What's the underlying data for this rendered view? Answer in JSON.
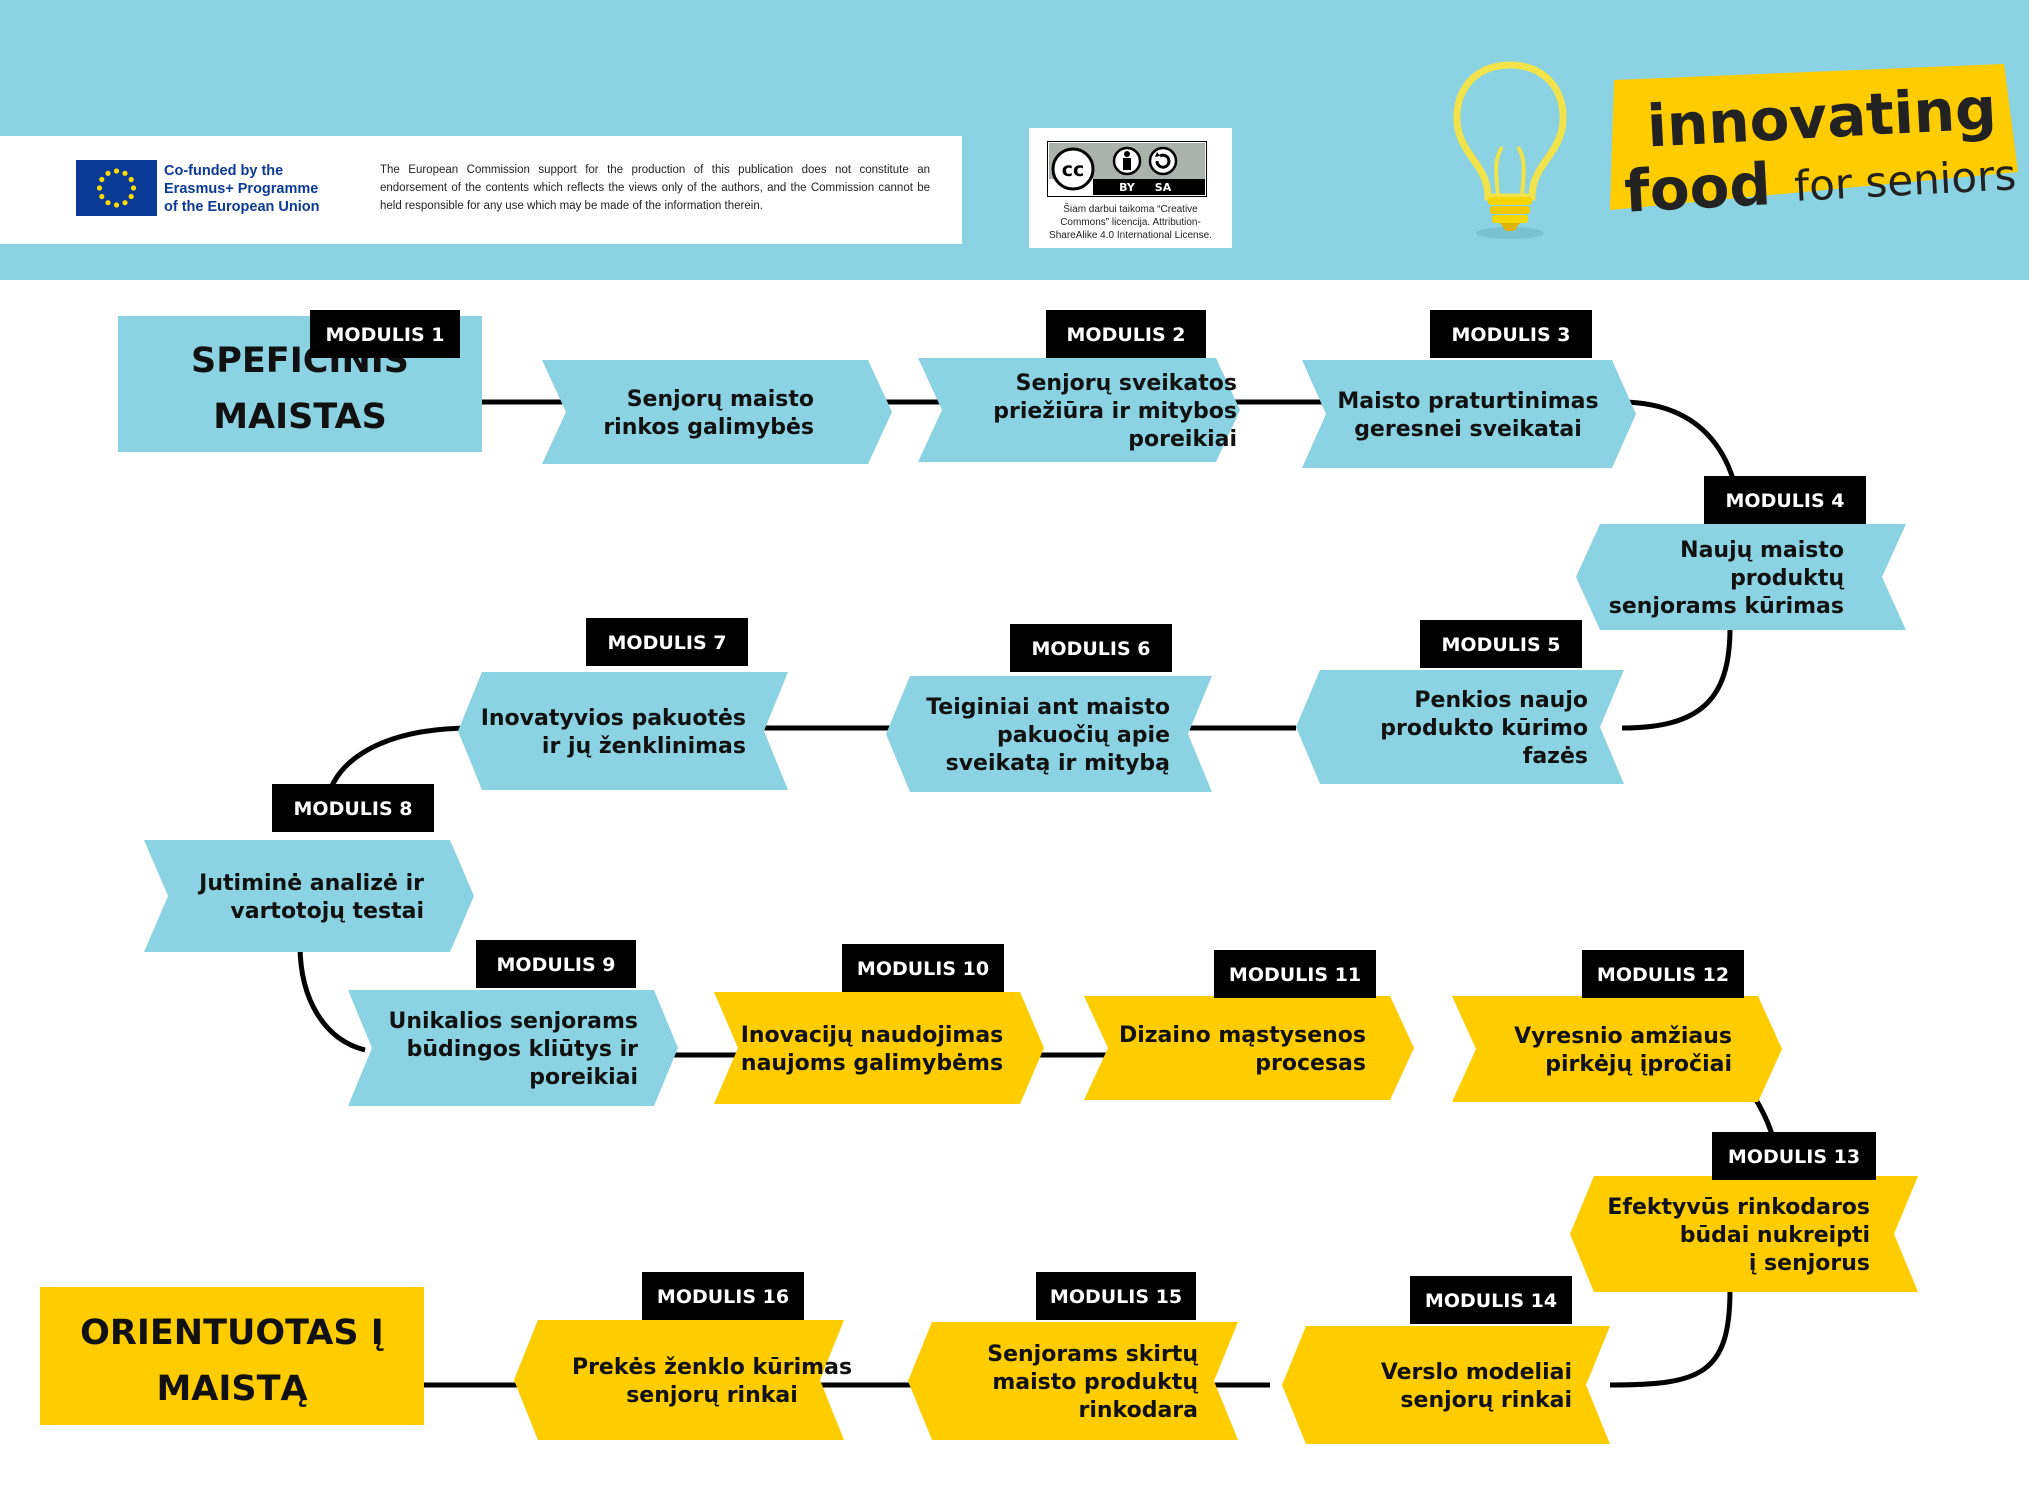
{
  "header": {
    "funding_lines": [
      "Co-funded by the",
      "Erasmus+ Programme",
      "of the European Union"
    ],
    "disclaimer": "The European Commission support for the production of this publication does not constitute an endorsement of the contents which reflects the views only of the authors, and the Commission cannot be held responsible for any use which may be made of the information therein.",
    "license_badge": {
      "cc": "cc",
      "by": "BY",
      "sa": "SA"
    },
    "license_lines": [
      "Šiam darbui taikoma “Creative",
      "Commons” licencija. Attribution-",
      "ShareAlike 4.0 International License."
    ],
    "brand": {
      "line1": "innovating",
      "line2_bold": "food",
      "line2_rest": "for seniors"
    }
  },
  "colors": {
    "banner": "#8bd3e2",
    "shape_blue": "#8bd3e2",
    "shape_yellow": "#ffcc00",
    "tag_black": "#000000",
    "eu_blue": "#0b3a97",
    "connector": "#000000"
  },
  "diagram": {
    "start_label": [
      "SPEFICINIS",
      "MAISTAS"
    ],
    "end_label": [
      "ORIENTUOTAS Į",
      "MAISTĄ"
    ],
    "modules": [
      {
        "tag": "MODULIS 1",
        "lines": [
          "Senjorų maisto",
          "rinkos galimybės"
        ],
        "color": "blue"
      },
      {
        "tag": "MODULIS 2",
        "lines": [
          "Senjorų sveikatos",
          "priežiūra ir mitybos",
          "poreikiai"
        ],
        "color": "blue"
      },
      {
        "tag": "MODULIS 3",
        "lines": [
          "Maisto praturtinimas",
          "geresnei sveikatai"
        ],
        "color": "blue"
      },
      {
        "tag": "MODULIS 4",
        "lines": [
          "Naujų maisto",
          "produktų",
          "senjorams kūrimas"
        ],
        "color": "blue"
      },
      {
        "tag": "MODULIS 5",
        "lines": [
          "Penkios naujo",
          "produkto kūrimo",
          "fazės"
        ],
        "color": "blue"
      },
      {
        "tag": "MODULIS 6",
        "lines": [
          "Teiginiai ant maisto",
          "pakuočių apie",
          "sveikatą ir mitybą"
        ],
        "color": "blue"
      },
      {
        "tag": "MODULIS 7",
        "lines": [
          "Inovatyvios pakuotės",
          "ir jų ženklinimas"
        ],
        "color": "blue"
      },
      {
        "tag": "MODULIS 8",
        "lines": [
          "Jutiminė analizė ir",
          "vartotojų testai"
        ],
        "color": "blue"
      },
      {
        "tag": "MODULIS  9",
        "lines": [
          "Unikalios senjorams",
          "būdingos kliūtys ir",
          "poreikiai"
        ],
        "color": "blue"
      },
      {
        "tag": "MODULIS 10",
        "lines": [
          "Inovacijų naudojimas",
          "naujoms galimybėms"
        ],
        "color": "yellow"
      },
      {
        "tag": "MODULIS 11",
        "lines": [
          "Dizaino mąstysenos",
          "procesas"
        ],
        "color": "yellow"
      },
      {
        "tag": "MODULIS 12",
        "lines": [
          "Vyresnio amžiaus",
          "pirkėjų įpročiai"
        ],
        "color": "yellow"
      },
      {
        "tag": "MODULIS 13",
        "lines": [
          "Efektyvūs rinkodaros",
          "būdai nukreipti",
          "į senjorus"
        ],
        "color": "yellow"
      },
      {
        "tag": "MODULIS 14",
        "lines": [
          "Verslo modeliai",
          "senjorų rinkai"
        ],
        "color": "yellow"
      },
      {
        "tag": "MODULIS 15",
        "lines": [
          "Senjorams skirtų",
          "maisto produktų",
          "rinkodara"
        ],
        "color": "yellow"
      },
      {
        "tag": "MODULIS 16",
        "lines": [
          "Prekės ženklo kūrimas",
          "senjorų rinkai"
        ],
        "color": "yellow"
      }
    ]
  }
}
